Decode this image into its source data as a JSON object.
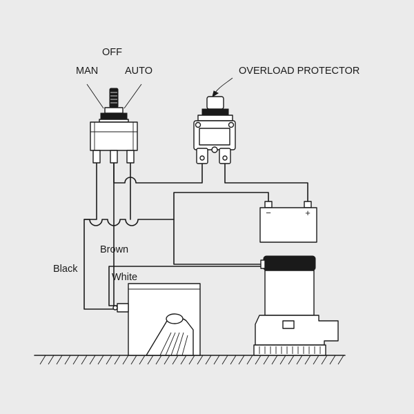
{
  "switch_labels": {
    "off": "OFF",
    "man": "MAN",
    "auto": "AUTO"
  },
  "overload_label": "OVERLOAD PROTECTOR",
  "wire_labels": {
    "black": "Black",
    "brown": "Brown",
    "white": "White"
  },
  "battery_terminals": {
    "negative": "−",
    "positive": "+"
  },
  "colors": {
    "background": "#ebebeb",
    "line": "#1a1a1a",
    "fill": "#ffffff"
  }
}
